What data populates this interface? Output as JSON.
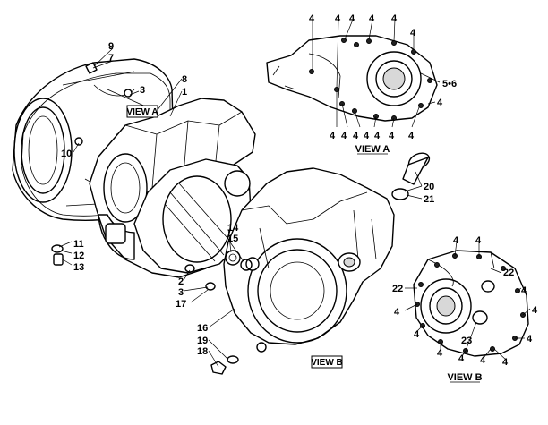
{
  "view_tags": {
    "inner": "VIEW A",
    "outer": "VIEW B"
  },
  "view_titles": {
    "a": "VIEW A",
    "b": "VIEW B"
  },
  "callouts": {
    "n1": "1",
    "n2": "2",
    "n3": "3",
    "n4": "4",
    "n5_6": "5•6",
    "n7": "7",
    "n8": "8",
    "n9": "9",
    "n10": "10",
    "n11": "11",
    "n12": "12",
    "n13": "13",
    "n14": "14",
    "n15": "15",
    "n16": "16",
    "n17": "17",
    "n18": "18",
    "n19": "19",
    "n20": "20",
    "n21": "21",
    "n22": "22",
    "n23": "23"
  }
}
